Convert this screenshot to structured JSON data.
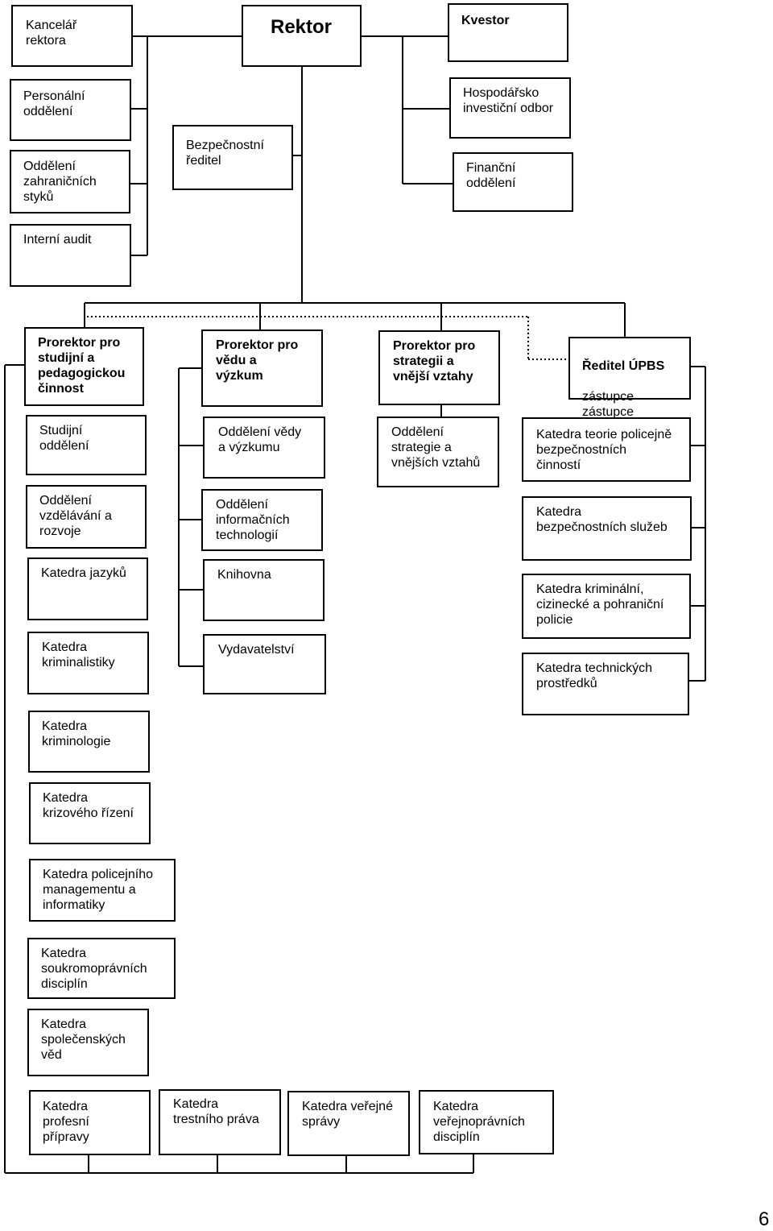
{
  "top": {
    "kancelar": "Kancelář\nrektora",
    "rektor": "Rektor",
    "kvestor": "Kvestor",
    "personalni": "Personální\noddělení",
    "zahranicni": "Oddělení\nzahraničních\nstyků",
    "interni_audit": "Interní audit",
    "bezpecnostni": "Bezpečnostní\nředitel",
    "hospodarsko": "Hospodářsko\ninvestiční odbor",
    "financni": "Finanční\noddělení"
  },
  "col1": {
    "head": "Prorektor pro\nstudijní a\npedagogickou\nčinnost",
    "items": [
      "Studijní\noddělení",
      "Oddělení\nvzdělávání a\nrozvoje",
      "Katedra jazyků",
      "Katedra\nkriminalistiky",
      "Katedra\nkriminologie",
      "Katedra\nkrizového řízení",
      "Katedra policejního\nmanagementu a\ninformatiky",
      "Katedra\nsoukromoprávních\ndisciplín",
      "Katedra\nspolečenských\nvěd"
    ]
  },
  "col2": {
    "head": "Prorektor pro\nvědu a\nvýzkum",
    "items": [
      "Oddělení vědy\na výzkumu",
      "Oddělení\ninformačních\ntechnologií",
      "Knihovna",
      "Vydavatelství"
    ]
  },
  "col3": {
    "head": "Prorektor pro\nstrategii a\nvnější vztahy",
    "items": [
      "Oddělení\nstrategie a\nvnějších vztahů"
    ]
  },
  "col4": {
    "head": "Ředitel ÚPBS",
    "head_sub": "zástupce\nzástupce",
    "items": [
      "Katedra teorie policejně\nbezpečnostních\nčinností",
      "Katedra\nbezpečnostních služeb",
      "Katedra kriminální,\ncizinecké a pohraniční\npolicie",
      "Katedra technických\nprostředků"
    ]
  },
  "bottom": [
    "Katedra\nprofesní\npřípravy",
    "Katedra\ntrestního práva",
    "Katedra veřejné\nsprávy",
    "Katedra\nveřejnoprávních\ndisciplín"
  ],
  "page_number": "6"
}
